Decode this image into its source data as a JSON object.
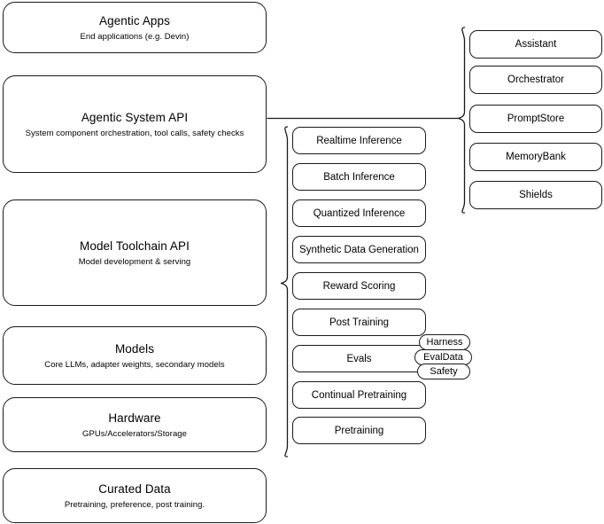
{
  "diagram": {
    "title": "AI Stack Layered Architecture",
    "accent_color": "#1a1a1a",
    "background_color": "#ffffff"
  },
  "layers": [
    {
      "name": "agentic-apps",
      "title": "Agentic Apps",
      "subtitle": "End applications (e.g. Devin)"
    },
    {
      "name": "agentic-system-api",
      "title": "Agentic System API",
      "subtitle": "System component orchestration, tool calls, safety checks"
    },
    {
      "name": "model-toolchain-api",
      "title": "Model Toolchain API",
      "subtitle": "Model development & serving"
    },
    {
      "name": "models",
      "title": "Models",
      "subtitle": "Core LLMs, adapter weights, secondary models"
    },
    {
      "name": "hardware",
      "title": "Hardware",
      "subtitle": "GPUs/Accelerators/Storage"
    },
    {
      "name": "curated-data",
      "title": "Curated Data",
      "subtitle": "Pretraining, preference, post training."
    }
  ],
  "toolchain_items": [
    {
      "name": "realtime-inference",
      "label": "Realtime Inference"
    },
    {
      "name": "batch-inference",
      "label": "Batch Inference"
    },
    {
      "name": "quantized-inference",
      "label": "Quantized Inference"
    },
    {
      "name": "synthetic-data-generation",
      "label": "Synthetic Data Generation"
    },
    {
      "name": "reward-scoring",
      "label": "Reward Scoring"
    },
    {
      "name": "post-training",
      "label": "Post Training"
    },
    {
      "name": "evals",
      "label": "Evals"
    },
    {
      "name": "continual-pretraining",
      "label": "Continual Pretraining"
    },
    {
      "name": "pretraining",
      "label": "Pretraining"
    }
  ],
  "evals_badges": [
    {
      "name": "harness",
      "label": "Harness"
    },
    {
      "name": "evaldata",
      "label": "EvalData"
    },
    {
      "name": "safety",
      "label": "Safety"
    }
  ],
  "system_items": [
    {
      "name": "assistant",
      "label": "Assistant"
    },
    {
      "name": "orchestrator",
      "label": "Orchestrator"
    },
    {
      "name": "promptstore",
      "label": "PromptStore"
    },
    {
      "name": "memorybank",
      "label": "MemoryBank"
    },
    {
      "name": "shields",
      "label": "Shields"
    }
  ]
}
